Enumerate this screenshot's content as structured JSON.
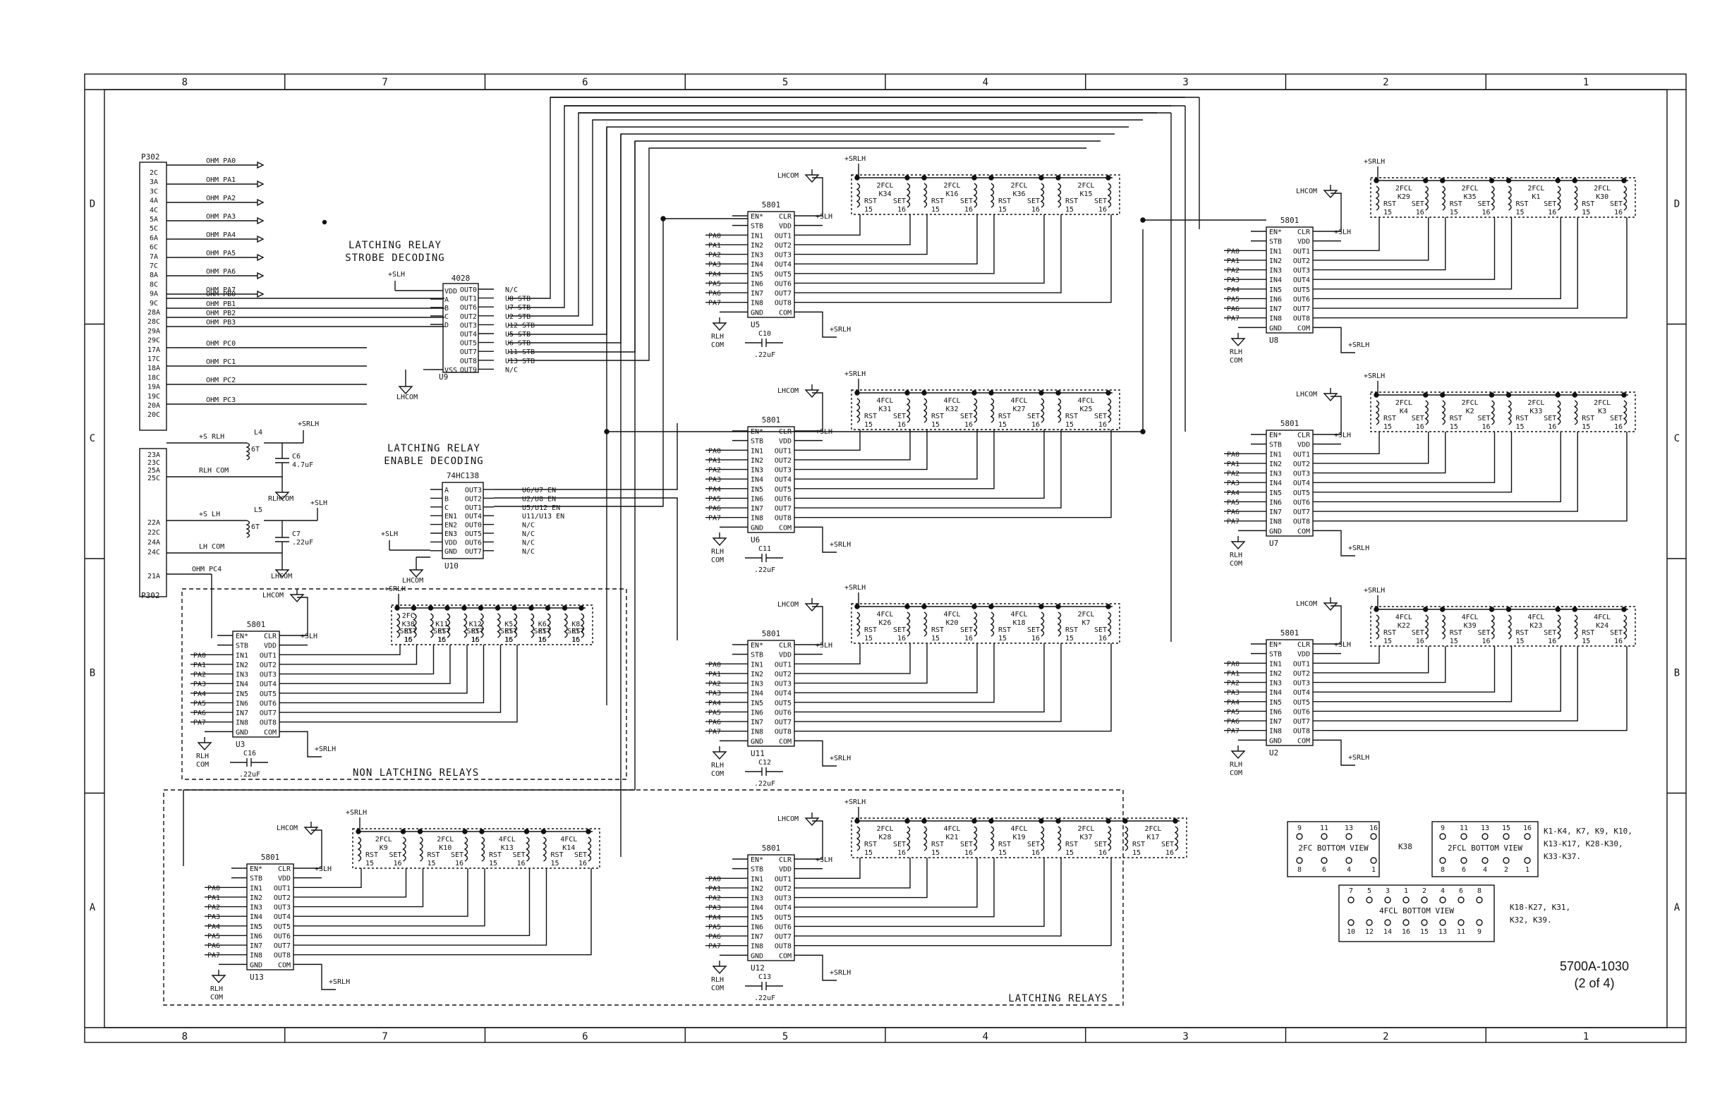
{
  "zones_top": [
    "8",
    "7",
    "6",
    "5",
    "4",
    "3",
    "2",
    "1"
  ],
  "zones_side": [
    "D",
    "C",
    "B",
    "A"
  ],
  "drawing_number": "5700A-1030",
  "sheet": "(2 of 4)",
  "connector": {
    "ref": "P302",
    "pins": [
      "2C",
      "3A",
      "3C",
      "4A",
      "4C",
      "5A",
      "5C",
      "6A",
      "6C",
      "7A",
      "7C",
      "8A",
      "8C",
      "9A",
      "9C",
      "28A",
      "28C",
      "29A",
      "29C",
      "17A",
      "17C",
      "18A",
      "18C",
      "19A",
      "19C",
      "20A",
      "20C"
    ],
    "signals": [
      "OHM PA0",
      "OHM PA1",
      "OHM PA2",
      "OHM PA3",
      "OHM PA4",
      "OHM PA5",
      "OHM PA6",
      "OHM PA7",
      "OHM PB0",
      "OHM PB1",
      "OHM PB2",
      "OHM PB3",
      "OHM PC0",
      "OHM PC1",
      "OHM PC2",
      "OHM PC3"
    ],
    "power_pins": [
      "23A",
      "23C",
      "25A",
      "25C",
      "22A",
      "22C",
      "24A",
      "24C",
      "21A"
    ],
    "power_labels": [
      "+S RLH",
      "RLH COM",
      "+S LH",
      "LH COM",
      "OHM PC4"
    ]
  },
  "power_filter": {
    "l1": "L4",
    "l1_val": "6T",
    "c1": "C6",
    "c1_val": "4.7uF",
    "n1": "+SRLH",
    "g1": "RLHCOM",
    "l2": "L5",
    "l2_val": "6T",
    "c2": "C7",
    "c2_val": ".22uF",
    "n2": "+SLH",
    "g2": "LHCOM"
  },
  "strobe": {
    "title1": "LATCHING RELAY",
    "title2": "STROBE DECODING",
    "part": "4028",
    "ref": "U9",
    "left_pins": [
      "VDD",
      "A",
      "B",
      "C",
      "D",
      "VSS"
    ],
    "right_pins": [
      "OUT0",
      "OUT1",
      "OUT6",
      "OUT2",
      "OUT3",
      "OUT4",
      "OUT5",
      "OUT7",
      "OUT8",
      "OUT9"
    ],
    "nets": [
      "N/C",
      "U8 STB",
      "U7 STB",
      "U2 STB",
      "U12 STB",
      "U5 STB",
      "U6 STB",
      "U11 STB",
      "U13 STB",
      "N/C"
    ],
    "supply": "+SLH",
    "gnd": "LHCOM"
  },
  "enable": {
    "title1": "LATCHING RELAY",
    "title2": "ENABLE DECODING",
    "part": "74HC138",
    "ref": "U10",
    "left_pins": [
      "A",
      "B",
      "C",
      "EN1",
      "EN2",
      "EN3",
      "VDD",
      "GND"
    ],
    "right_pins": [
      "OUT3",
      "OUT2",
      "OUT1",
      "OUT4",
      "OUT0",
      "OUT5",
      "OUT6",
      "OUT7"
    ],
    "nets": [
      "U6/U7 EN",
      "U2/U8 EN",
      "U5/U12 EN",
      "U11/U13 EN",
      "N/C",
      "N/C",
      "N/C",
      "N/C"
    ],
    "supply": "+SLH",
    "gnd": "LHCOM"
  },
  "driver_pins_left": [
    "EN*",
    "STB",
    "IN1",
    "IN2",
    "IN3",
    "IN4",
    "IN5",
    "IN6",
    "IN7",
    "IN8",
    "GND"
  ],
  "driver_pins_right": [
    "CLR",
    "VDD",
    "OUT1",
    "OUT2",
    "OUT3",
    "OUT4",
    "OUT5",
    "OUT6",
    "OUT7",
    "OUT8",
    "COM"
  ],
  "driver_pa": [
    "PA0",
    "PA1",
    "PA2",
    "PA3",
    "PA4",
    "PA5",
    "PA6",
    "PA7"
  ],
  "drivers": [
    {
      "part": "5801",
      "ref": "U3",
      "cap": "C16",
      "cap_val": ".22uF",
      "relays": [
        "K38",
        "K11",
        "K12",
        "K5",
        "K6",
        "K8"
      ],
      "types": [
        "2FC",
        "",
        "",
        "",
        "",
        ""
      ]
    },
    {
      "part": "5801",
      "ref": "U13",
      "cap": "",
      "cap_val": "",
      "relays": [
        "K9",
        "K10",
        "K13",
        "K14"
      ],
      "types": [
        "2FCL",
        "2FCL",
        "4FCL",
        "4FCL"
      ]
    },
    {
      "part": "5801",
      "ref": "U5",
      "cap": "C10",
      "cap_val": ".22uF",
      "relays": [
        "K34",
        "K16",
        "K36",
        "K15"
      ],
      "types": [
        "2FCL",
        "2FCL",
        "2FCL",
        "2FCL"
      ]
    },
    {
      "part": "5801",
      "ref": "U6",
      "cap": "C11",
      "cap_val": ".22uF",
      "relays": [
        "K31",
        "K32",
        "K27",
        "K25"
      ],
      "types": [
        "4FCL",
        "4FCL",
        "4FCL",
        "4FCL"
      ]
    },
    {
      "part": "5801",
      "ref": "U11",
      "cap": "C12",
      "cap_val": ".22uF",
      "relays": [
        "K26",
        "K20",
        "K18",
        "K7"
      ],
      "types": [
        "4FCL",
        "4FCL",
        "4FCL",
        "2FCL"
      ]
    },
    {
      "part": "5801",
      "ref": "U12",
      "cap": "C13",
      "cap_val": ".22uF",
      "relays": [
        "K28",
        "K21",
        "K19",
        "K37",
        "K17"
      ],
      "types": [
        "2FCL",
        "4FCL",
        "4FCL",
        "2FCL",
        "2FCL"
      ]
    },
    {
      "part": "5801",
      "ref": "U8",
      "cap": "",
      "cap_val": "",
      "relays": [
        "K29",
        "K35",
        "K1",
        "K30"
      ],
      "types": [
        "2FCL",
        "2FCL",
        "2FCL",
        "2FCL"
      ]
    },
    {
      "part": "5801",
      "ref": "U7",
      "cap": "",
      "cap_val": "",
      "relays": [
        "K4",
        "K2",
        "K33",
        "K3"
      ],
      "types": [
        "2FCL",
        "2FCL",
        "2FCL",
        "2FCL"
      ]
    },
    {
      "part": "5801",
      "ref": "U2",
      "cap": "",
      "cap_val": "",
      "relays": [
        "K22",
        "K39",
        "K23",
        "K24"
      ],
      "types": [
        "4FCL",
        "4FCL",
        "4FCL",
        "4FCL"
      ]
    }
  ],
  "relay_pins": {
    "rst": "RST",
    "set": "SET",
    "p15": "15",
    "p16": "16"
  },
  "net_labels": {
    "srlh": "+SRLH",
    "slh": "+SLH",
    "lhcom": "LHCOM",
    "rlhcom_a": "RLH",
    "rlhcom_b": "COM",
    "nc": "N/C"
  },
  "groups": {
    "non_latching": "NON LATCHING RELAYS",
    "latching": "LATCHING RELAYS"
  },
  "legend": {
    "fc_title": "2FC BOTTOM VIEW",
    "fc_ref": "K38",
    "fc_top": [
      "9",
      "11",
      "13",
      "16"
    ],
    "fc_bot": [
      "8",
      "6",
      "4",
      "1"
    ],
    "fcl_title": "2FCL BOTTOM VIEW",
    "fcl_top": [
      "9",
      "11",
      "13",
      "15",
      "16"
    ],
    "fcl_bot": [
      "8",
      "6",
      "4",
      "2",
      "1"
    ],
    "fcl_refs1": "K1-K4, K7, K9, K10,",
    "fcl_refs2": "K13-K17, K28-K30,",
    "fcl_refs3": "K33-K37.",
    "fcl4_title": "4FCL BOTTOM VIEW",
    "fcl4_top": [
      "7",
      "5",
      "3",
      "1",
      "2",
      "4",
      "6",
      "8"
    ],
    "fcl4_bot": [
      "10",
      "12",
      "14",
      "16",
      "15",
      "13",
      "11",
      "9"
    ],
    "fcl4_refs1": "K18-K27, K31,",
    "fcl4_refs2": "K32, K39."
  }
}
